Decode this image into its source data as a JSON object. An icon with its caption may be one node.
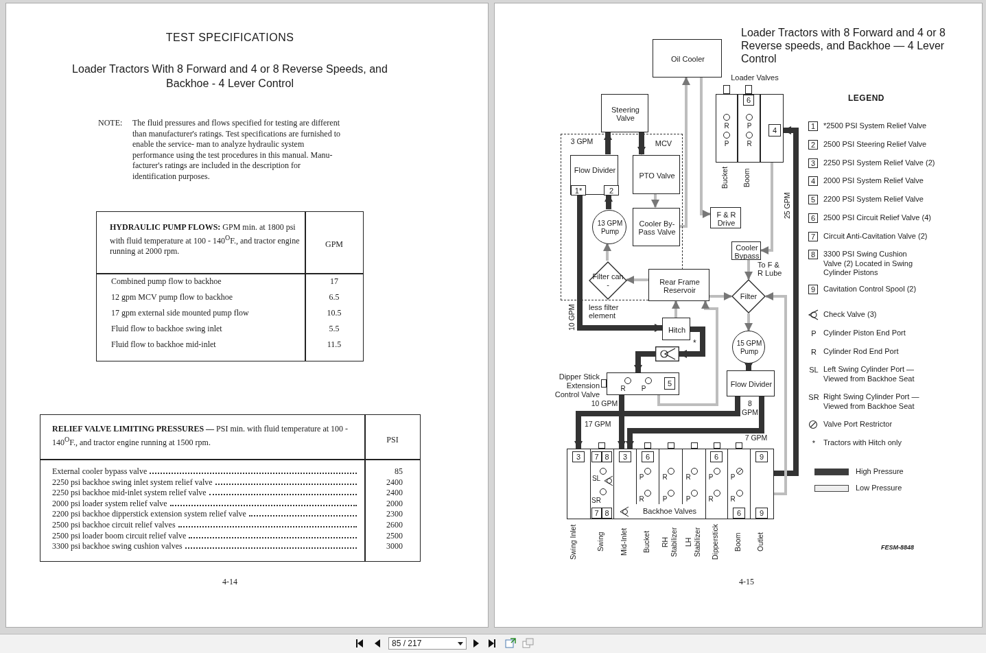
{
  "diagram": {
    "title": "Loader Tractors with 8 Forward and 4 or 8 Reverse speeds, and Backhoe — 4 Lever Control",
    "nodes": [
      {
        "text": [
          "Oil Cooler"
        ]
      },
      {
        "text": [
          "Steering Valve"
        ]
      },
      {
        "text": [
          "MCV"
        ]
      },
      {
        "text": [
          "Flow Divider",
          "1*",
          "2"
        ],
        "in": 2
      },
      {
        "text": [
          "PTO Valve"
        ],
        "in": 2
      },
      {
        "text": [
          "13 GPM Pump"
        ],
        "in": 2
      },
      {
        "text": [
          "Cooler By-Pass Valve"
        ],
        "in": 2
      },
      {
        "text": [
          "Filter can -"
        ],
        "in": 2,
        "beside": [
          "less filter element"
        ]
      },
      {
        "text": [
          "Loader Valves"
        ]
      },
      {
        "text": [
          "R",
          "P",
          "Bucket"
        ],
        "in": 8
      },
      {
        "text": [
          "6",
          "P",
          "R",
          "Boom"
        ],
        "in": 8
      },
      {
        "text": [
          "4"
        ],
        "in": 8
      },
      {
        "text": [
          "F & R Drive"
        ]
      },
      {
        "text": [
          "Cooler Bypass"
        ],
        "beside": [
          "To F & R Lube"
        ]
      },
      {
        "text": [
          "Rear Frame Reservoir"
        ]
      },
      {
        "text": [
          "Filter"
        ]
      },
      {
        "text": [
          "Hitch"
        ]
      },
      {
        "text": [
          "Dipper Stick Extension Control Valve",
          "R",
          "P",
          "5"
        ]
      },
      {
        "text": [],
        "shape": "valve"
      },
      {
        "text": [
          "15 GPM Pump"
        ]
      },
      {
        "text": [
          "Flow Divider"
        ]
      },
      {
        "text": [
          "Backhoe Valves"
        ]
      },
      {
        "text": [
          "3"
        ],
        "in": 21
      },
      {
        "text": [
          "7",
          "8",
          "SL",
          "SR",
          "7",
          "8"
        ],
        "in": 21
      },
      {
        "text": [
          "3"
        ],
        "in": 21
      },
      {
        "text": [
          "6",
          "P",
          "R"
        ],
        "in": 21
      },
      {
        "text": [
          "R",
          "P"
        ],
        "in": 21
      },
      {
        "text": [
          "R",
          "P"
        ],
        "in": 21
      },
      {
        "text": [
          "6",
          "P",
          "R"
        ],
        "in": 21
      },
      {
        "text": [
          "P",
          "R",
          "6"
        ],
        "in": 21
      },
      {
        "text": [
          "9",
          "9"
        ],
        "in": 21
      }
    ],
    "edges": [
      {
        "from": 5,
        "to": 3,
        "arrow": "to",
        "style": "thick",
        "color": "#333333"
      },
      {
        "from": 3,
        "to": 1,
        "arrow": "to",
        "style": "thick",
        "color": "#333333",
        "label": "3 GPM"
      },
      {
        "from": 1,
        "to": 4,
        "arrow": "to",
        "style": "thick",
        "color": "#333333"
      },
      {
        "from": 4,
        "to": 6,
        "arrow": "to"
      },
      {
        "from": 14,
        "to": 7,
        "arrow": "to"
      },
      {
        "from": 7,
        "to": 5,
        "arrow": "to"
      },
      {
        "from": 3,
        "to": 16,
        "arrow": "to",
        "style": "thick",
        "color": "#333333",
        "label": "10 GPM"
      },
      {
        "from": 16,
        "to": 18,
        "arrow": "to",
        "style": "thick",
        "color": "#333333"
      },
      {
        "from": 18,
        "to": 17,
        "arrow": "to",
        "style": "thick",
        "color": "#333333"
      },
      {
        "from": 17,
        "to": 24,
        "arrow": "to",
        "style": "thick",
        "color": "#333333",
        "label": "10 GPM"
      },
      {
        "from": 20,
        "to": 24,
        "arrow": "to",
        "style": "thick",
        "color": "#333333",
        "label": "7 GPM"
      },
      {
        "from": 20,
        "to": 22,
        "arrow": "to",
        "style": "thick",
        "color": "#333333",
        "label": "8 GPM"
      },
      {
        "from": 19,
        "to": 20,
        "arrow": "to",
        "style": "thick",
        "color": "#333333"
      },
      {
        "from": 30,
        "to": 11,
        "arrow": "to",
        "style": "thick",
        "color": "#333333",
        "label": "25 GPM"
      },
      {
        "from": 6,
        "to": 0,
        "arrow": "to"
      },
      {
        "from": 0,
        "to": 12,
        "arrow": "to"
      },
      {
        "from": 11,
        "to": 13,
        "arrow": "to"
      },
      {
        "from": 13,
        "to": 15,
        "arrow": "to"
      },
      {
        "from": 14,
        "to": 15,
        "arrow": "to"
      },
      {
        "from": 15,
        "to": 19,
        "arrow": "to"
      },
      {
        "from": 17,
        "to": 14,
        "arrow": "to"
      },
      {
        "from": 16,
        "to": 14,
        "arrow": "to"
      },
      {
        "from": 30,
        "to": 15,
        "arrow": "to"
      }
    ],
    "labels": [
      "TEST SPECIFICATIONS",
      "Loader Tractors With 8 Forward and 4 or 8 Reverse Speeds, and Backhoe - 4 Lever Control",
      "NOTE:",
      "The fluid pressures and flows specified for testing are different than manufacturer's ratings. Test specifications are furnished to enable the service- man to analyze hydraulic system performance using the test procedures in this manual. Manu- facturer's ratings are included in the description for identification purposes.",
      "**HYDRAULIC PUMP FLOWS:** GPM min. at 1800 psi with fluid temperature at 100 - 140$^{O}$F., and tractor engine running at 2000 rpm.",
      "GPM",
      "Combined pump flow to backhoe",
      "17",
      "12 gpm MCV pump flow to backhoe",
      "6.5",
      "17 gpm external side mounted pump flow",
      "10.5",
      "Fluid flow to backhoe swing inlet",
      "5.5",
      "Fluid flow to backhoe mid-inlet",
      "11.5",
      "**RELIEF VALVE LIMITING PRESSURES —** PSI min. with fluid temperature at 100 - 140$^{O}$F., and tractor engine running at 1500 rpm.",
      "PSI",
      "External cooler bypass valve",
      "85",
      "2250 psi backhoe swing inlet system relief valve",
      "2400",
      "2250 psi backhoe mid-inlet system relief valve",
      "2400",
      "2000 psi loader system relief valve",
      "2000",
      "2200 psi backhoe dipperstick extension system relief valve",
      "2300",
      "2500 psi backhoe circuit relief valves",
      "2600",
      "2500 psi loader boom circuit relief valve",
      "2500",
      "3300 psi backhoe swing cushion valves",
      "3000",
      "4-14",
      "17 GPM",
      "LEGEND",
      "1",
      "2",
      "3",
      "4",
      "5",
      "6",
      "7",
      "8",
      "9",
      "P",
      "R",
      "SL",
      "SR",
      "*",
      "4-15",
      "FESM-8848",
      "85 / 217",
      "*",
      "Swing Inlet",
      "Swing",
      "Mid-Inlet",
      "Bucket",
      "RH Stabilizer",
      "LH Stabilizer",
      "Dipperstick",
      "Boom",
      "Outlet"
    ],
    "legend": [
      {
        "text": "*2500 PSI System Relief Valve"
      },
      {
        "text": "2500 PSI Steering Relief Valve"
      },
      {
        "text": "2250 PSI System Relief Valve (2)"
      },
      {
        "text": "2000 PSI System Relief Valve"
      },
      {
        "text": "2200 PSI System Relief Valve"
      },
      {
        "text": "2500 PSI Circuit Relief Valve (4)"
      },
      {
        "text": "Circuit Anti-Cavitation Valve (2)"
      },
      {
        "text": "3300 PSI Swing Cushion Valve (2) Located in Swing Cylinder Pistons"
      },
      {
        "text": "Cavitation Control Spool (2)"
      },
      {
        "text": "Check Valve (3)"
      },
      {
        "text": "Cylinder Piston End Port"
      },
      {
        "text": "Cylinder Rod End Port"
      },
      {
        "text": "Left Swing Cylinder Port — Viewed from Backhoe Seat"
      },
      {
        "text": "Right Swing Cylinder Port — Viewed from Backhoe Seat"
      },
      {
        "text": "Valve Port Restrictor"
      },
      {
        "text": "Tractors with Hitch only"
      },
      {
        "text": "High Pressure",
        "color": "#3c3c3c"
      },
      {
        "text": "Low Pressure",
        "color": "#eeeeee"
      }
    ]
  }
}
